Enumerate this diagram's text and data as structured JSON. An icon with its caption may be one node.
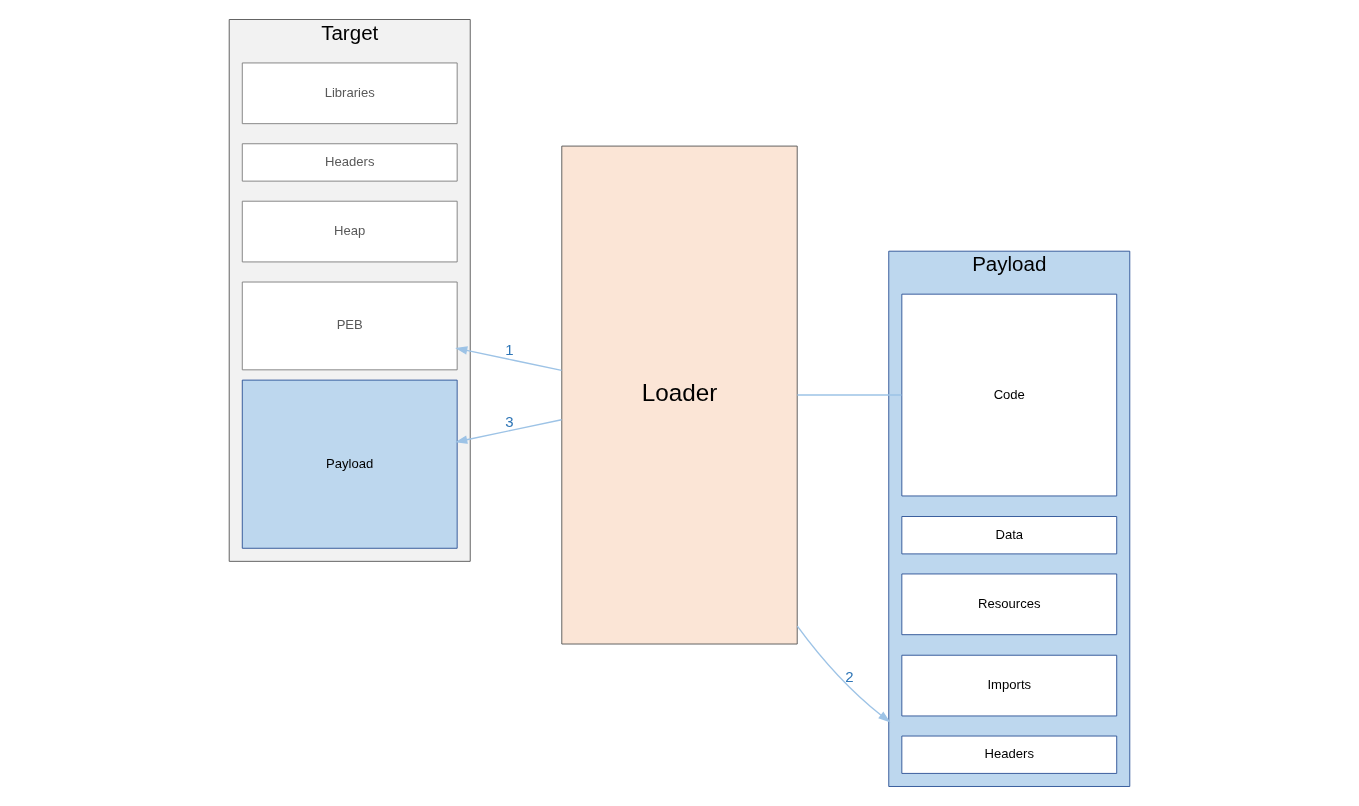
{
  "diagram": {
    "nodes": [
      {
        "text": [
          "Target"
        ]
      },
      {
        "text": [
          "PEB"
        ],
        "in": 0
      },
      {
        "text": [
          "Heap"
        ],
        "in": 0
      },
      {
        "text": [
          "Headers"
        ],
        "in": 0
      },
      {
        "text": [
          "Libraries"
        ],
        "in": 0
      },
      {
        "text": [
          "Payload"
        ],
        "in": 0
      },
      {
        "text": [
          "Loader"
        ]
      },
      {
        "text": [
          "Payload"
        ]
      },
      {
        "text": [
          "Headers"
        ],
        "in": 7
      },
      {
        "text": [
          "Imports"
        ],
        "in": 7
      },
      {
        "text": [
          "Resources"
        ],
        "in": 7
      },
      {
        "text": [
          "Data"
        ],
        "in": 7
      },
      {
        "text": [
          "Code"
        ],
        "in": 7
      }
    ],
    "edges": [
      {
        "from": 6,
        "to": 1,
        "arrow": "to",
        "label": "1"
      },
      {
        "from": 6,
        "to": 7,
        "arrow": "to",
        "label": "2"
      },
      {
        "from": 6,
        "to": 5,
        "arrow": "to",
        "label": "3"
      },
      {
        "from": 12,
        "to": 6,
        "arrow": "none"
      }
    ]
  }
}
